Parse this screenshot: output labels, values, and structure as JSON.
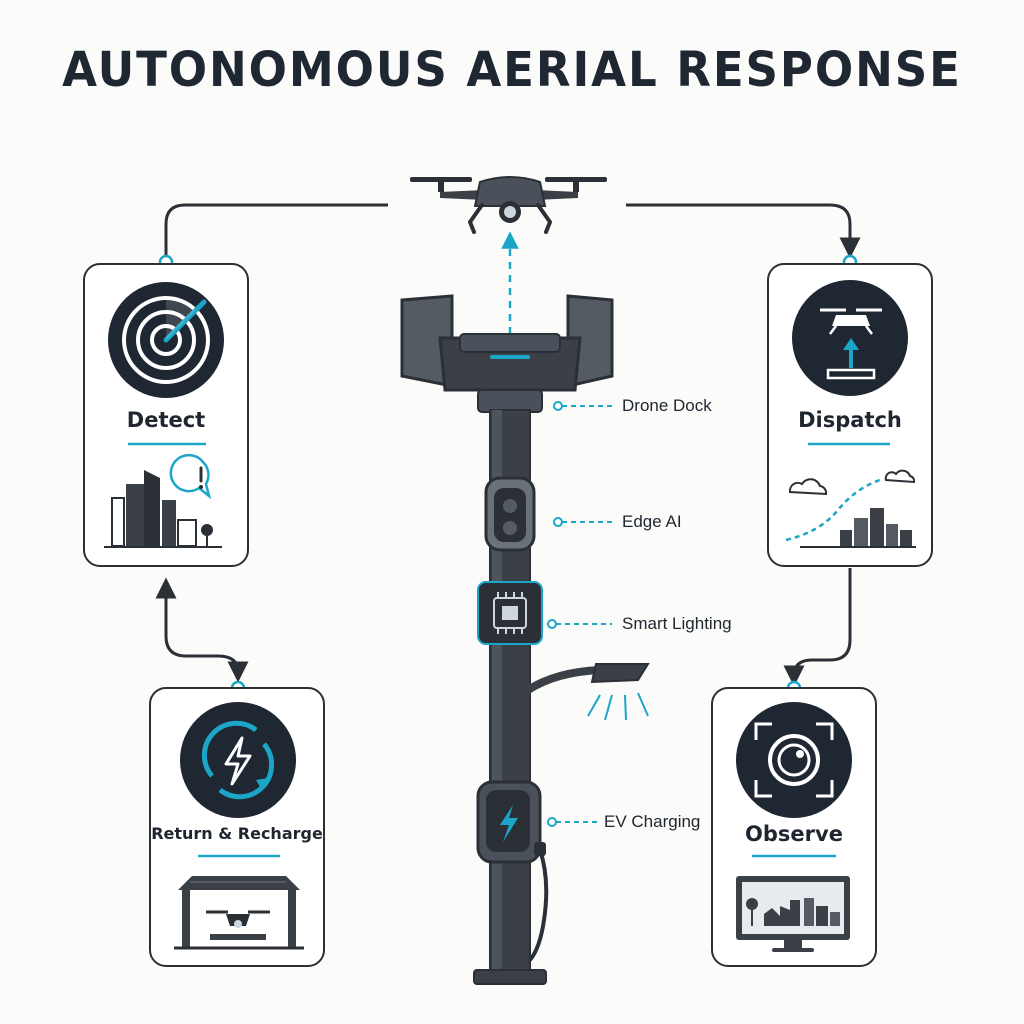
{
  "title": "AUTONOMOUS AERIAL RESPONSE",
  "stages": [
    {
      "label": "Detect",
      "icon": "radar-icon"
    },
    {
      "label": "Dispatch",
      "icon": "drone-launch-icon"
    },
    {
      "label": "Observe",
      "icon": "camera-focus-icon"
    },
    {
      "label": "Return & Recharge",
      "icon": "lightning-recharge-icon"
    }
  ],
  "components": [
    {
      "label": "Drone Dock"
    },
    {
      "label": "Edge AI"
    },
    {
      "label": "Smart Lighting"
    },
    {
      "label": "EV Charging"
    }
  ],
  "colors": {
    "accent": "#1ba6c8",
    "dark": "#1f2733",
    "pole": "#3b3f46",
    "outline": "#2b2f36"
  }
}
